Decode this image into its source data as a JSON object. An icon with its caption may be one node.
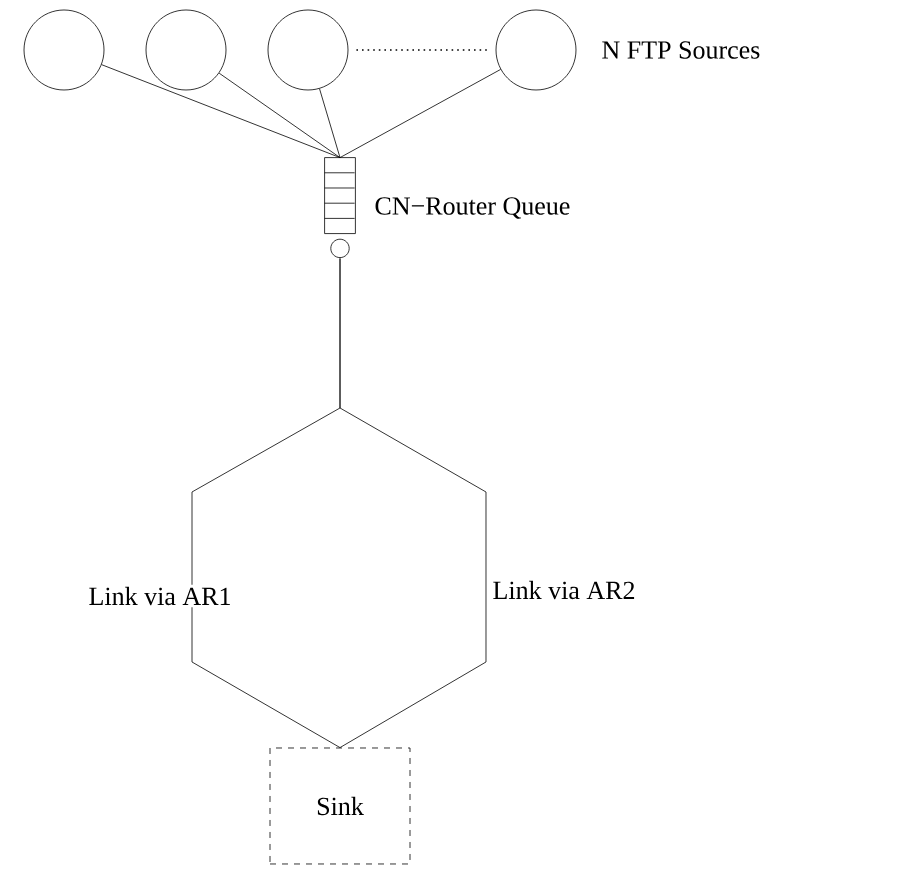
{
  "diagram": {
    "nodes": [
      {
        "text": [],
        "shape": "circle"
      },
      {
        "text": [],
        "shape": "circle"
      },
      {
        "text": [],
        "shape": "circle"
      },
      {
        "text": [],
        "shape": "circle"
      },
      {
        "text": [],
        "shape": "box",
        "beside": [
          "CN−Router Queue"
        ]
      },
      {
        "text": [
          "Sink"
        ]
      }
    ],
    "edges": [
      {
        "from": 0,
        "to": 4,
        "arrow": "none"
      },
      {
        "from": 1,
        "to": 4,
        "arrow": "none"
      },
      {
        "from": 2,
        "to": 4,
        "arrow": "none"
      },
      {
        "from": 3,
        "to": 4,
        "arrow": "none"
      },
      {
        "from": 2,
        "to": 3,
        "arrow": "none",
        "style": "dashed"
      },
      {
        "from": 4,
        "to": 5,
        "arrow": "none",
        "label": "Link via AR1"
      },
      {
        "from": 4,
        "to": 5,
        "arrow": "none",
        "label": "Link via AR2"
      }
    ],
    "labels": [
      "N FTP Sources"
    ]
  }
}
